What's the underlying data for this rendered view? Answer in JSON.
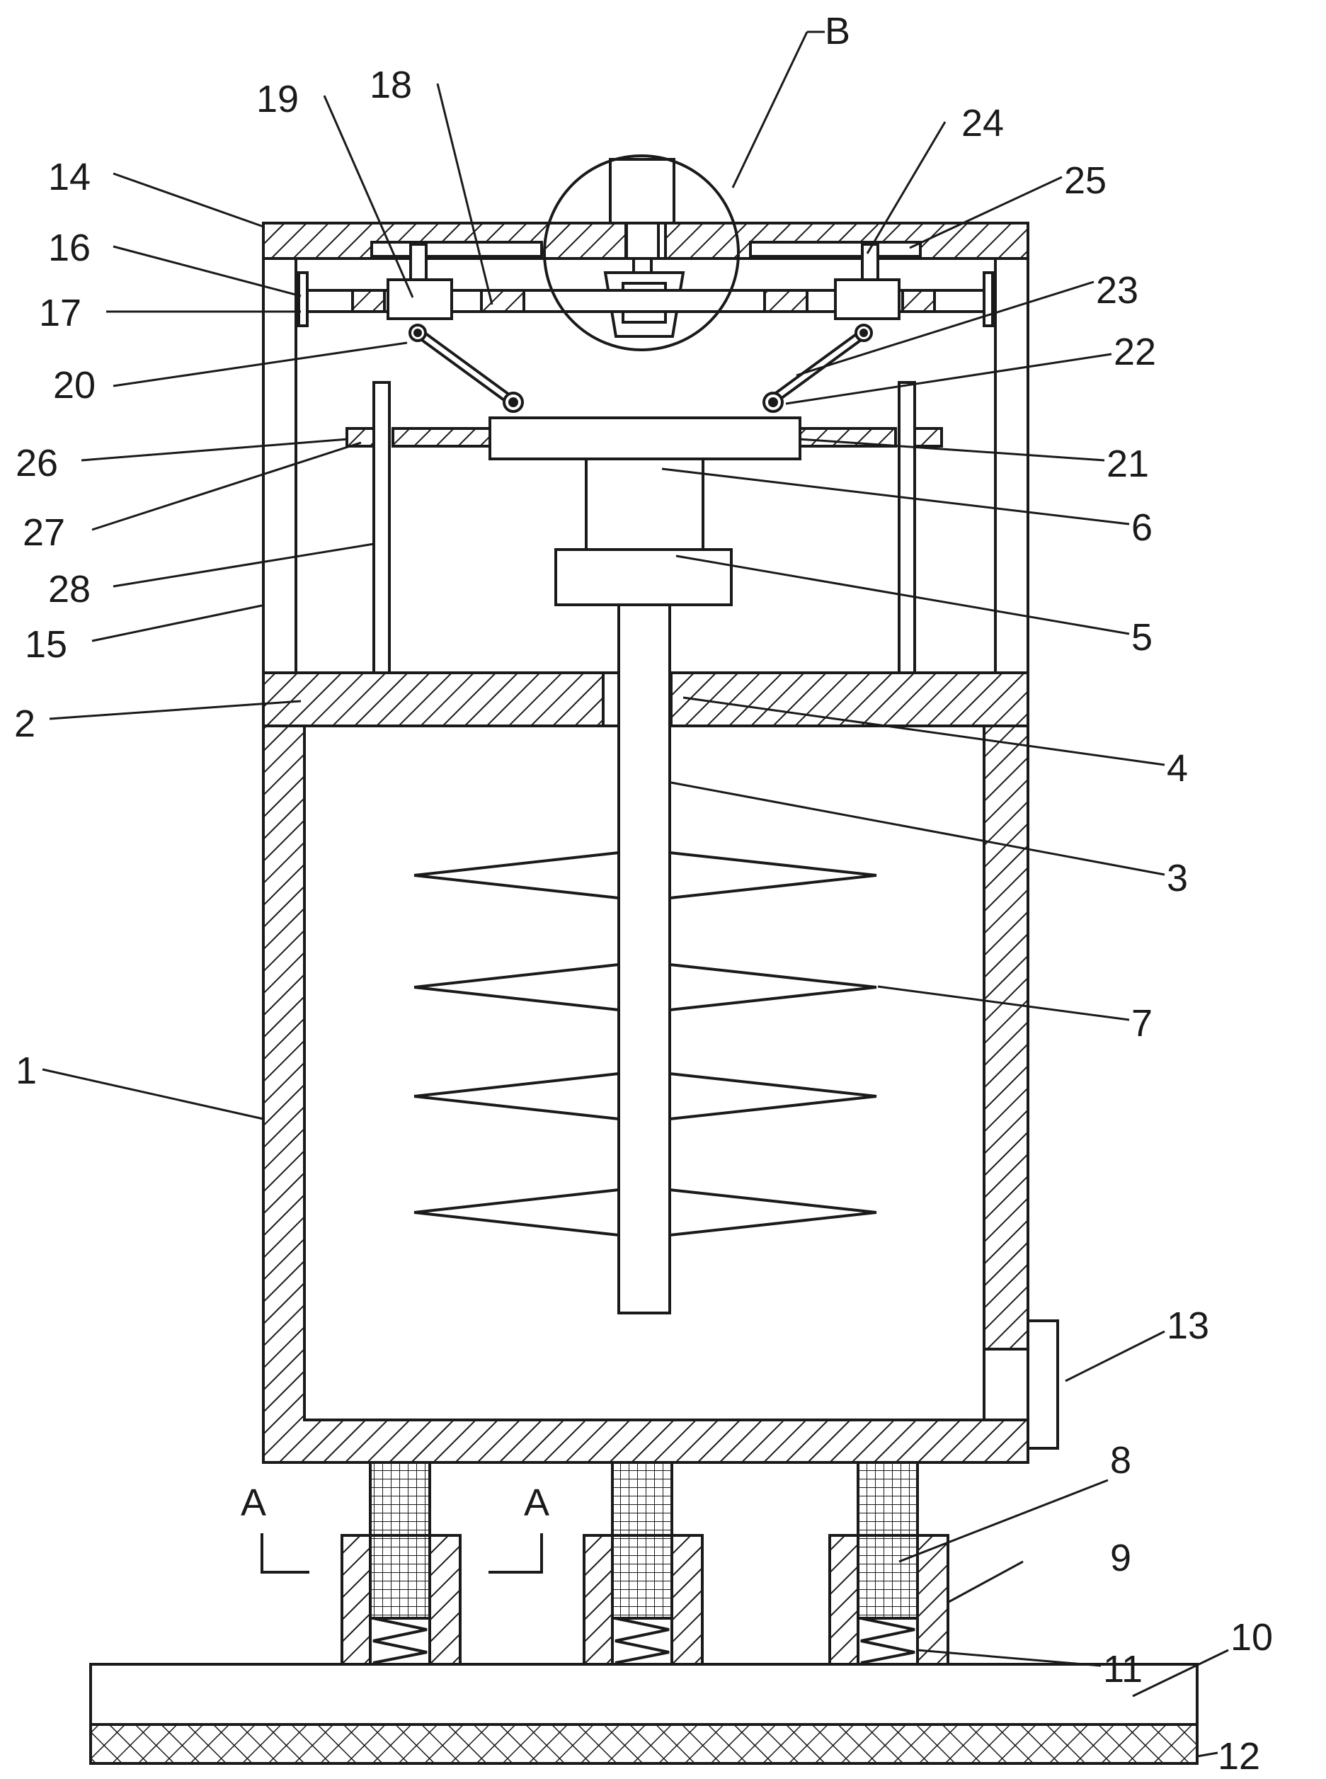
{
  "figure": {
    "callouts": [
      "1",
      "2",
      "3",
      "4",
      "5",
      "6",
      "7",
      "8",
      "9",
      "10",
      "11",
      "12",
      "13",
      "14",
      "15",
      "16",
      "17",
      "18",
      "19",
      "20",
      "21",
      "22",
      "23",
      "24",
      "25",
      "26",
      "27",
      "28"
    ],
    "detail_label": "B",
    "section_left": "A",
    "section_right": "A"
  },
  "colors": {
    "stroke": "#1a1a1a",
    "background": "#ffffff"
  }
}
